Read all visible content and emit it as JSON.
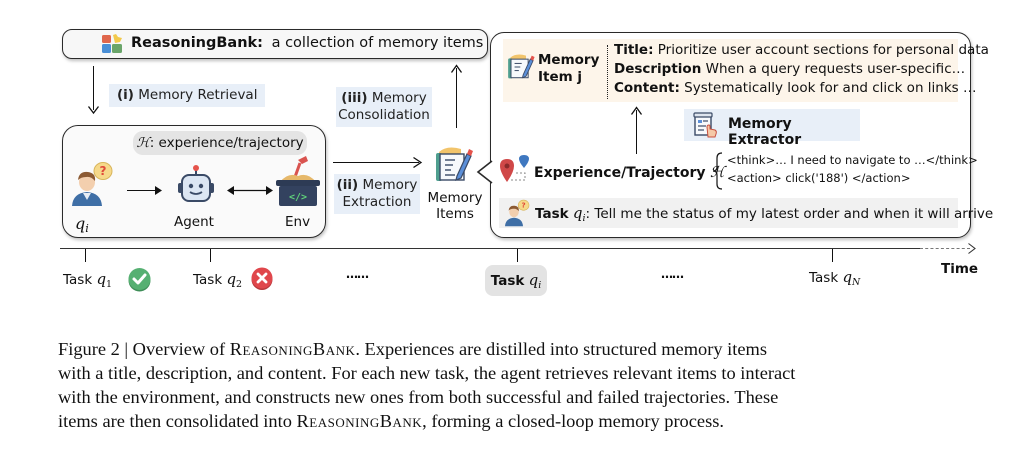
{
  "diagram": {
    "bank": {
      "icon": "puzzle-icon",
      "name": "ReasoningBank:",
      "description": "a collection of memory items"
    },
    "steps": {
      "retrieval_num": "(i)",
      "retrieval_label": "Memory Retrieval",
      "extraction_num": "(ii)",
      "extraction_line1": "Memory",
      "extraction_line2": "Extraction",
      "consolidation_num": "(iii)",
      "consolidation_line1": "Memory",
      "consolidation_line2": "Consolidation"
    },
    "loop": {
      "trajectory_symbol": "ℋ",
      "trajectory_label": ": experience/trajectory",
      "user_label": "q",
      "user_sub": "i",
      "agent_label": "Agent",
      "env_label": "Env",
      "env_code": "</>"
    },
    "memory_items": {
      "line1": "Memory",
      "line2": "Items"
    },
    "detail_panel": {
      "memory_item_line1": "Memory",
      "memory_item_line2": "Item j",
      "fields": [
        {
          "key": "Title:",
          "value": "Prioritize user account sections for personal data"
        },
        {
          "key": "Description",
          "value": "When a query requests user-specific…"
        },
        {
          "key": "Content:",
          "value": "Systematically look for and click on links …"
        }
      ],
      "extractor_label": "Memory Extractor",
      "experience_label": "Experience/Trajectory",
      "experience_symbol": "ℋ",
      "trajectory_lines": [
        "<think>… I need to navigate to …</think>",
        "<action> click('188') </action>"
      ],
      "task_label": "Task",
      "task_var": "q",
      "task_sub": "i",
      "task_text": ": Tell me the status of my latest order and when it will arrive"
    },
    "timeline": {
      "axis_label": "Time",
      "tasks": [
        {
          "label": "Task",
          "var": "q",
          "sub": "1",
          "status": "success"
        },
        {
          "label": "Task",
          "var": "q",
          "sub": "2",
          "status": "failure"
        },
        {
          "label": "Task",
          "var": "q",
          "sub": "i",
          "status": "current"
        },
        {
          "label": "Task",
          "var": "q",
          "sub": "N",
          "status": ""
        }
      ],
      "ellipsis": "……"
    },
    "colors": {
      "label_bg": "#e8eff8",
      "memory_item_bg": "#fdf5ea",
      "trajectory_bg": "#e7e7e7",
      "task_bg": "#f1f1f1",
      "success": "#4caf6e",
      "failure": "#e0474c"
    }
  },
  "caption": {
    "prefix": "Figure 2 | Overview of ",
    "name": "ReasoningBank",
    "line1_rest": ". Experiences are distilled into structured memory items",
    "line2": "with a title, description, and content. For each new task, the agent retrieves relevant items to interact",
    "line3": "with the environment, and constructs new ones from both successful and failed trajectories. These",
    "line4_prefix": "items are then consolidated into ",
    "line4_rest": ", forming a closed-loop memory process."
  }
}
